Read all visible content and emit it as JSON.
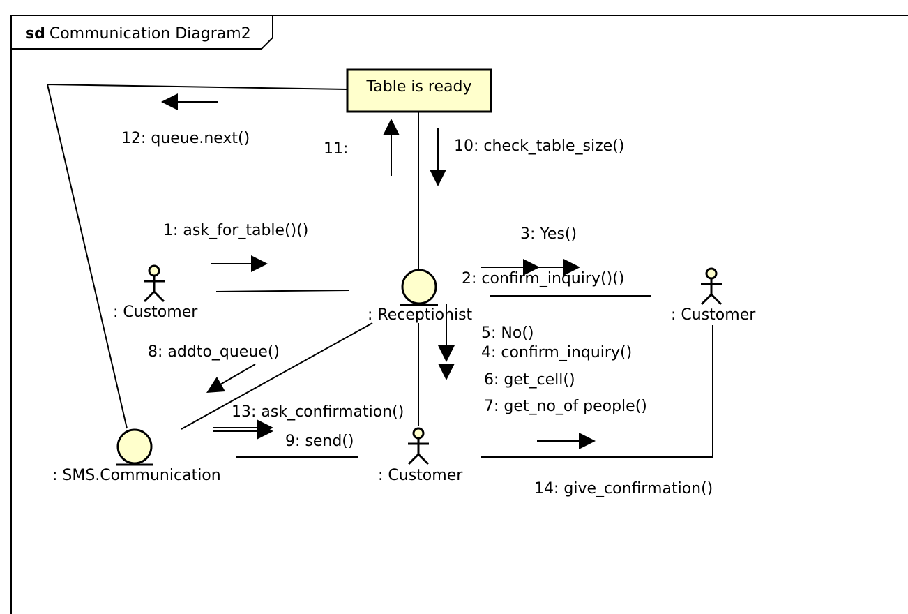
{
  "frame": {
    "keyword": "sd",
    "title": "Communication Diagram2"
  },
  "colors": {
    "element_fill": "#FFFFCC",
    "line": "#000000",
    "background": "#FFFFFF"
  },
  "lifelines": {
    "customer_left": {
      "label": ": Customer",
      "shape": "actor"
    },
    "receptionist": {
      "label": ": Receptionist",
      "shape": "boundary"
    },
    "customer_right": {
      "label": ": Customer",
      "shape": "actor"
    },
    "sms": {
      "label": ": SMS.Communication",
      "shape": "boundary"
    },
    "customer_bottom": {
      "label": ": Customer",
      "shape": "actor"
    },
    "table_state": {
      "label": "Table is ready",
      "shape": "box"
    }
  },
  "messages": {
    "m1": "1: ask_for_table()()",
    "m2": "2: confirm_inquiry()()",
    "m3": "3: Yes()",
    "m4": "4: confirm_inquiry()",
    "m5": "5: No()",
    "m6": "6: get_cell()",
    "m7": "7: get_no_of people()",
    "m8": "8: addto_queue()",
    "m9": "9: send()",
    "m10": "10: check_table_size()",
    "m11": "11:",
    "m12": "12: queue.next()",
    "m13": "13: ask_confirmation()",
    "m14": "14: give_confirmation()"
  }
}
